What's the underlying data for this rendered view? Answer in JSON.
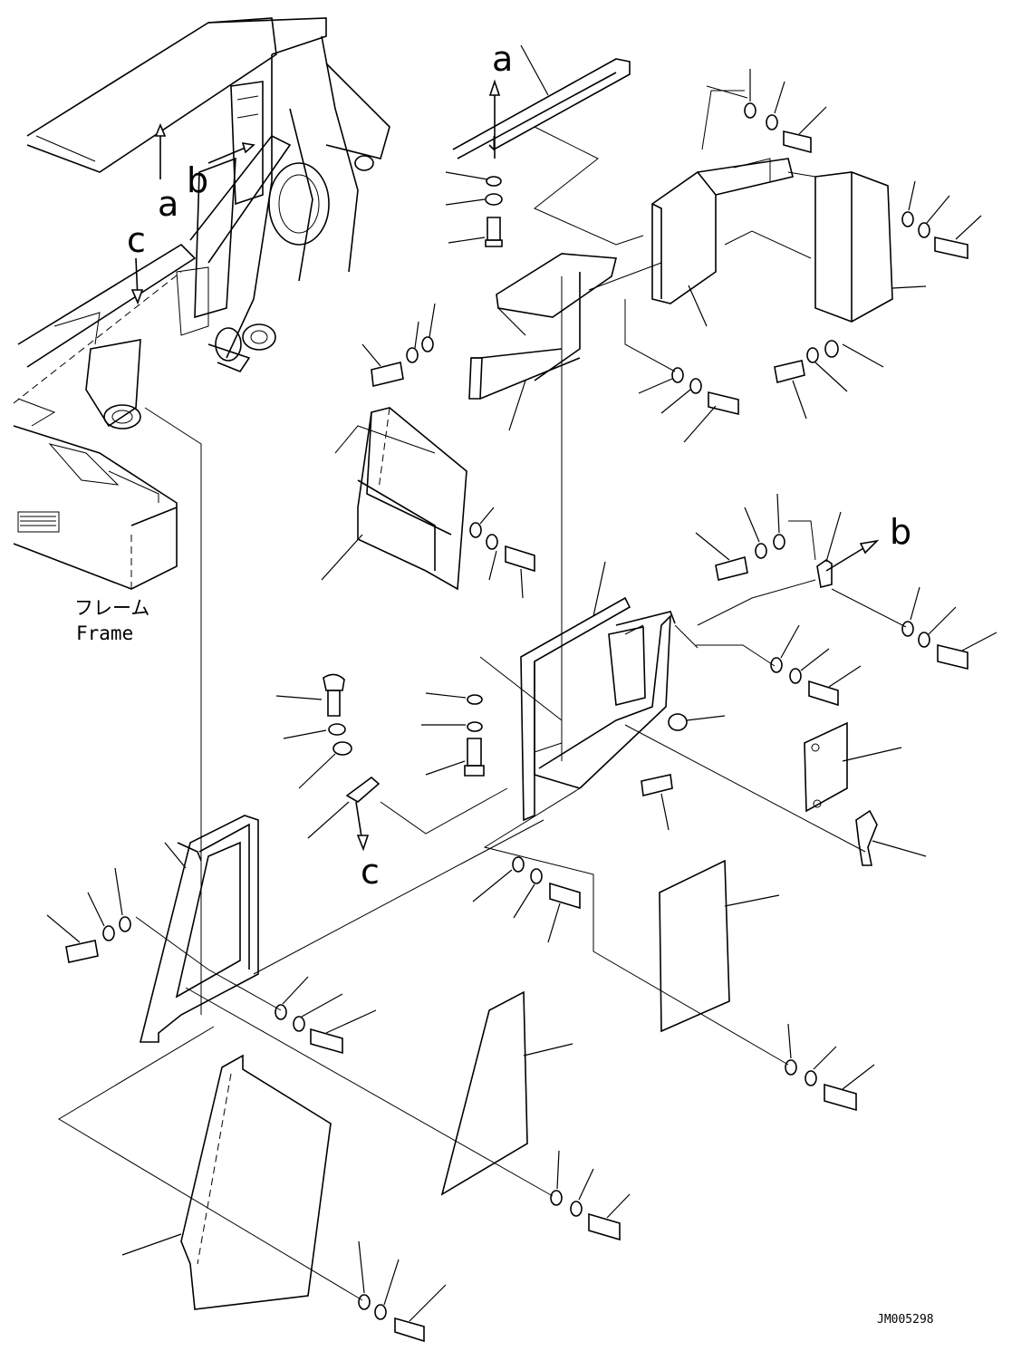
{
  "view_labels": {
    "a": "a",
    "b": "b",
    "c": "c"
  },
  "frame_label": {
    "japanese": "フレーム",
    "english": "Frame"
  },
  "drawing_code": "JM005298",
  "colors": {
    "line": "#000000",
    "background": "#ffffff"
  }
}
